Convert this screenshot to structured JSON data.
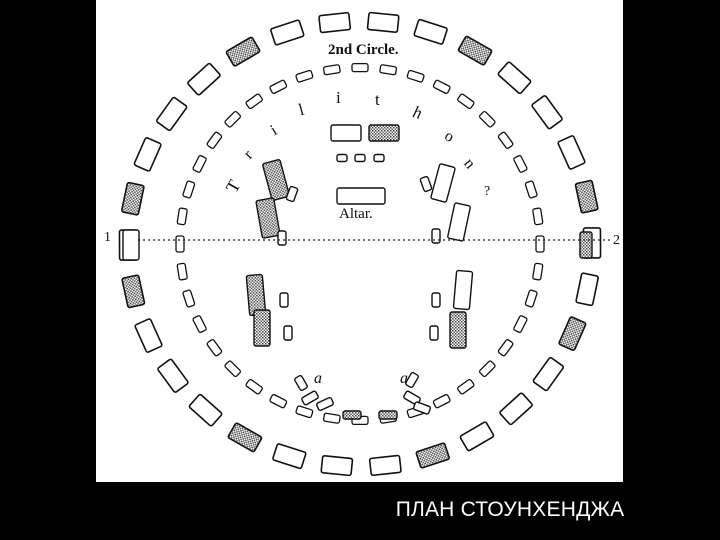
{
  "caption": "ПЛАН СТОУНХЕНДЖА",
  "diagram": {
    "title_second_circle": "2nd Circle.",
    "altar_label": "Altar.",
    "axis_left_label": "1",
    "axis_right_label": "2",
    "trilithon_letters": [
      "T",
      "r",
      "i",
      "l",
      "i",
      "t",
      "h",
      "o",
      "n"
    ],
    "trilithon_extra": "?",
    "marker_a_left": "a",
    "marker_a_right": "a",
    "colors": {
      "background": "#000000",
      "panel": "#ffffff",
      "ink": "#111111",
      "hatch": "#555555"
    }
  }
}
